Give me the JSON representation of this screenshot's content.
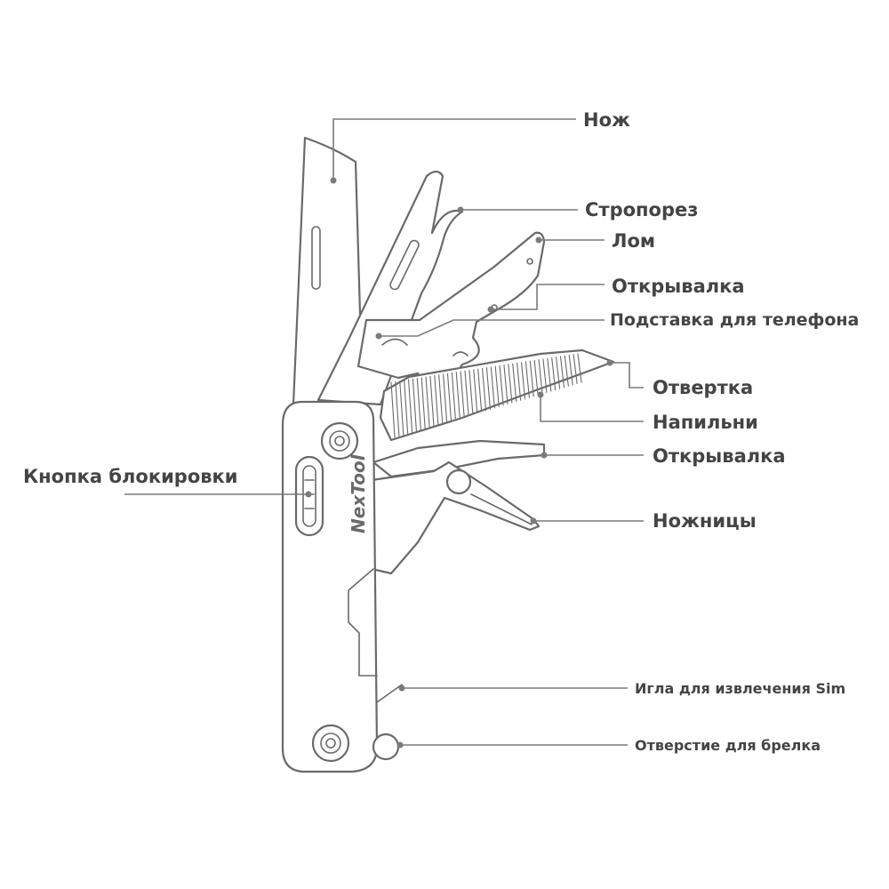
{
  "brand": "NexTool",
  "labels": {
    "knife": "Нож",
    "strap_cutter": "Стропорез",
    "crowbar": "Лом",
    "bottle_opener_top": "Открывалка",
    "phone_stand": "Подставка для телефона",
    "screwdriver": "Отвертка",
    "files": "Напильни",
    "bottle_opener_bottom": "Открывалка",
    "scissors": "Ножницы",
    "lock_button": "Кнопка блокировки",
    "sim_needle": "Игла для извлечения Sim",
    "keyring_hole": "Отверстие для брелка"
  }
}
